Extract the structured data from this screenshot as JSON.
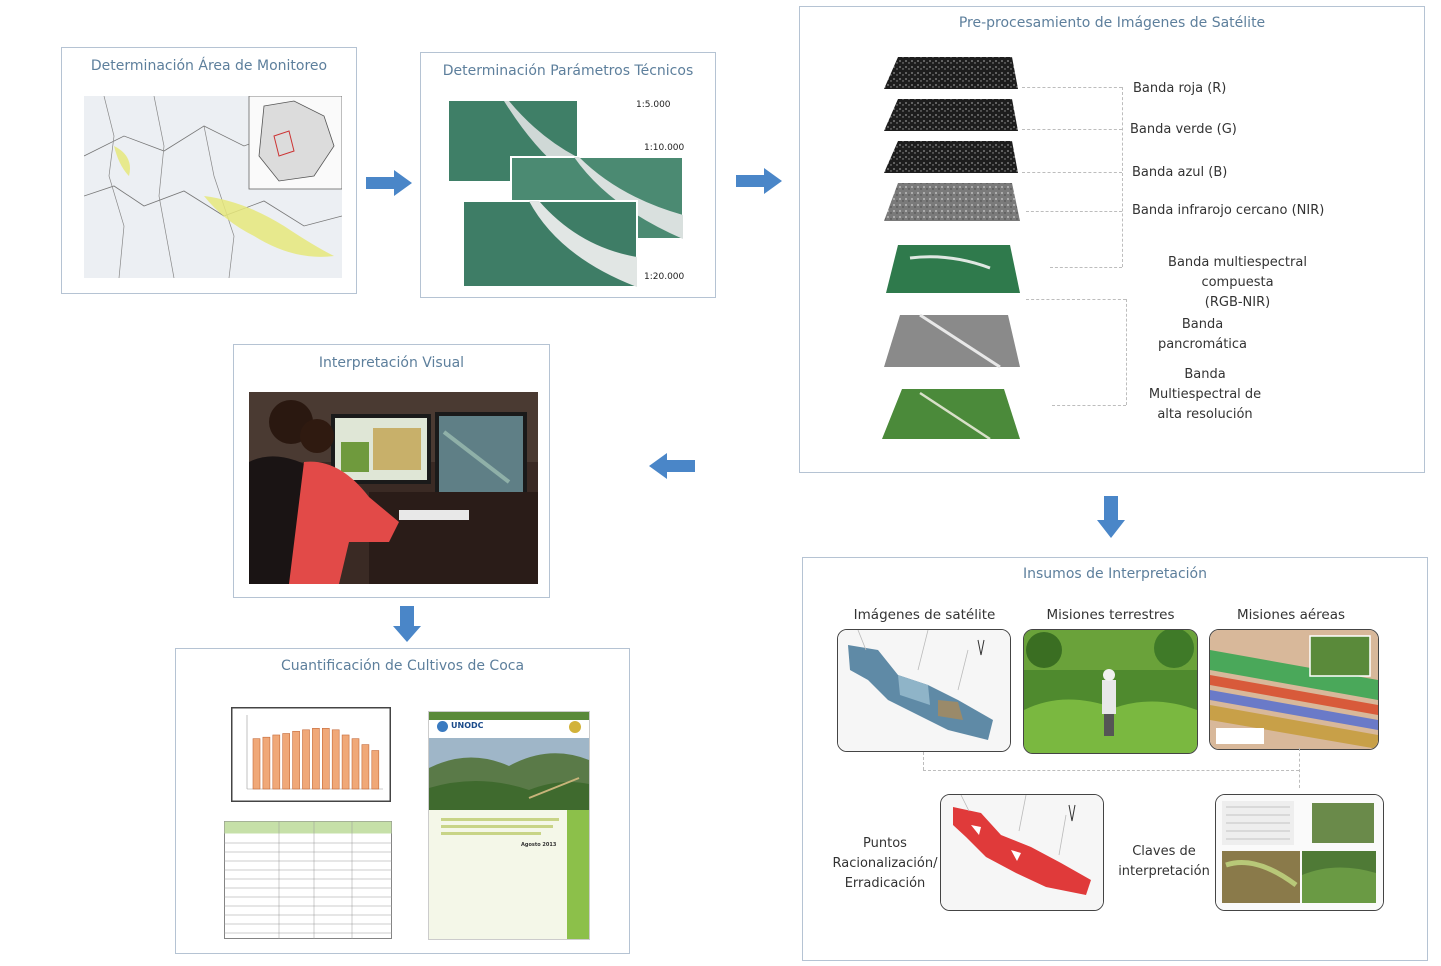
{
  "panels": {
    "monitoring_area": {
      "title": "Determinación Área de Monitoreo"
    },
    "technical_params": {
      "title": "Determinación Parámetros Técnicos",
      "scales": [
        "1:5.000",
        "1:10.000",
        "1:20.000"
      ]
    },
    "preprocessing": {
      "title": "Pre-procesamiento de Imágenes de Satélite",
      "bands": {
        "red": "Banda roja (R)",
        "green": "Banda verde (G)",
        "blue": "Banda azul (B)",
        "nir": "Banda infrarojo cercano (NIR)",
        "composite_1": "Banda multiespectral",
        "composite_2": "compuesta",
        "composite_3": "(RGB-NIR)",
        "pan_1": "Banda",
        "pan_2": "pancromática",
        "hires_1": "Banda",
        "hires_2": "Multiespectral de",
        "hires_3": "alta resolución"
      }
    },
    "visual_interpretation": {
      "title": "Interpretación Visual"
    },
    "quantification": {
      "title": "Cuantificación de Cultivos de Coca",
      "report": {
        "org": "UNODC",
        "date": "Agosto 2013"
      },
      "bar_values": [
        68,
        70,
        73,
        75,
        78,
        80,
        82,
        82,
        80,
        73,
        68,
        60,
        52
      ]
    },
    "inputs": {
      "title": "Insumos de Interpretación",
      "satellite": "Imágenes de satélite",
      "ground": "Misiones terrestres",
      "aerial": "Misiones aéreas",
      "points_1": "Puntos",
      "points_2": "Racionalización/",
      "points_3": "Erradicación",
      "keys_1": "Claves de",
      "keys_2": "interpretación"
    }
  },
  "colors": {
    "arrow": "#4a86c8",
    "border": "#b5c3d3",
    "title": "#5d7f9c"
  }
}
